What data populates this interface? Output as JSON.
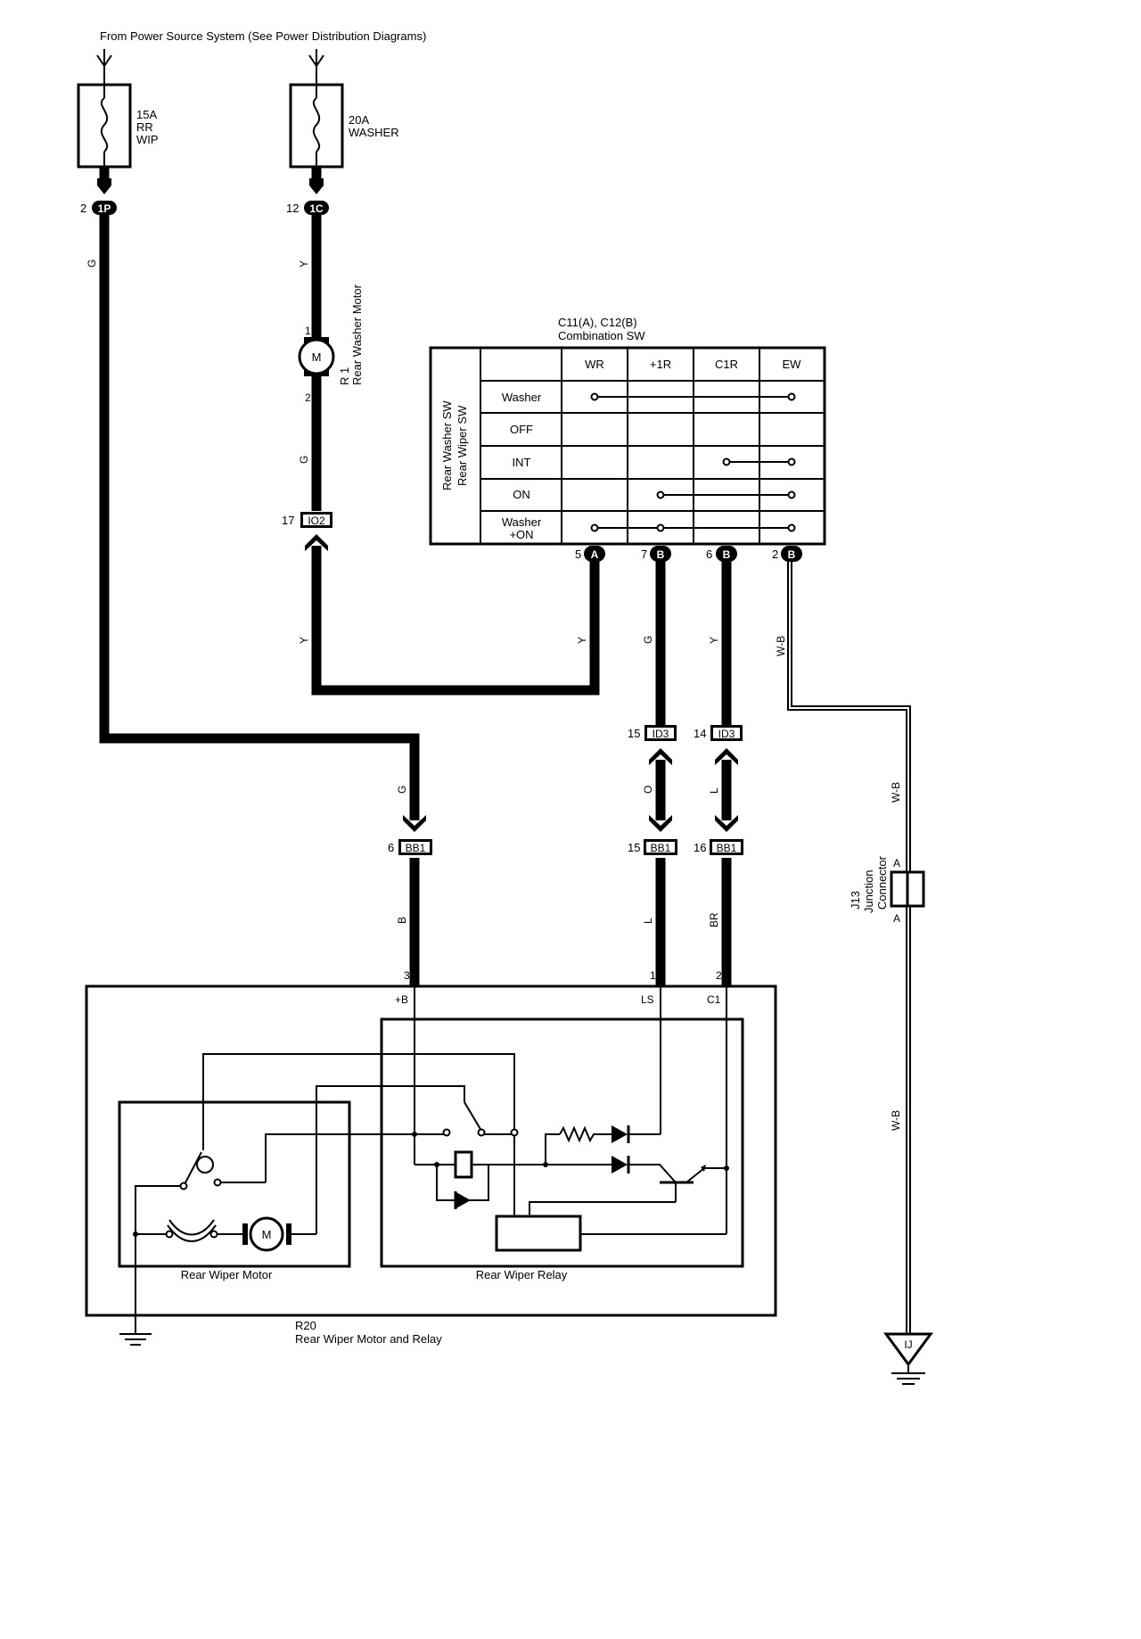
{
  "header": {
    "source_text": "From Power Source System (See Power Distribution Diagrams)"
  },
  "fuses": [
    {
      "rating": "15A",
      "name_line1": "RR",
      "name_line2": "WIP"
    },
    {
      "rating": "20A",
      "name_line1": "WASHER",
      "name_line2": ""
    }
  ],
  "connectors": {
    "c1p": {
      "pin": "2",
      "code": "1P"
    },
    "c1c": {
      "pin": "12",
      "code": "1C"
    },
    "io2": {
      "pin": "17",
      "code": "IO2"
    },
    "c5a": {
      "pin": "5",
      "code": "A"
    },
    "c7b": {
      "pin": "7",
      "code": "B"
    },
    "c6b": {
      "pin": "6",
      "code": "B"
    },
    "c2b": {
      "pin": "2",
      "code": "B"
    },
    "id3a": {
      "pin": "15",
      "code": "ID3"
    },
    "id3b": {
      "pin": "14",
      "code": "ID3"
    },
    "bb1a": {
      "pin": "6",
      "code": "BB1"
    },
    "bb1b": {
      "pin": "15",
      "code": "BB1"
    },
    "bb1c": {
      "pin": "16",
      "code": "BB1"
    }
  },
  "wires": {
    "g1": "G",
    "y1": "Y",
    "g2": "G",
    "y2": "Y",
    "y3": "Y",
    "g3": "G",
    "y4": "Y",
    "wb1": "W-B",
    "g4": "G",
    "o1": "O",
    "l1": "L",
    "b1": "B",
    "l2": "L",
    "br1": "BR",
    "wb2": "W-B",
    "wb3": "W-B"
  },
  "washer_motor": {
    "code": "R 1",
    "name": "Rear Washer Motor",
    "symbol": "M",
    "pin_top": "1",
    "pin_bottom": "2"
  },
  "combo_switch": {
    "ref": "C11(A), C12(B)",
    "name": "Combination SW",
    "side_label_1": "Rear Washer SW",
    "side_label_2": "Rear Wiper SW",
    "columns": [
      "WR",
      "+1R",
      "C1R",
      "EW"
    ],
    "rows": [
      "Washer",
      "OFF",
      "INT",
      "ON",
      "Washer",
      "+ON"
    ]
  },
  "junction": {
    "code": "J13",
    "line1": "Junction",
    "line2": "Connector",
    "pin_top": "A",
    "pin_bottom": "A"
  },
  "ground": {
    "code": "IJ"
  },
  "module": {
    "code": "R20",
    "name": "Rear Wiper Motor and Relay",
    "pins": [
      "3",
      "1",
      "2"
    ],
    "terms": [
      "+B",
      "LS",
      "C1"
    ],
    "motor_label": "Rear Wiper Motor",
    "motor_symbol": "M",
    "relay_label": "Rear Wiper Relay"
  }
}
